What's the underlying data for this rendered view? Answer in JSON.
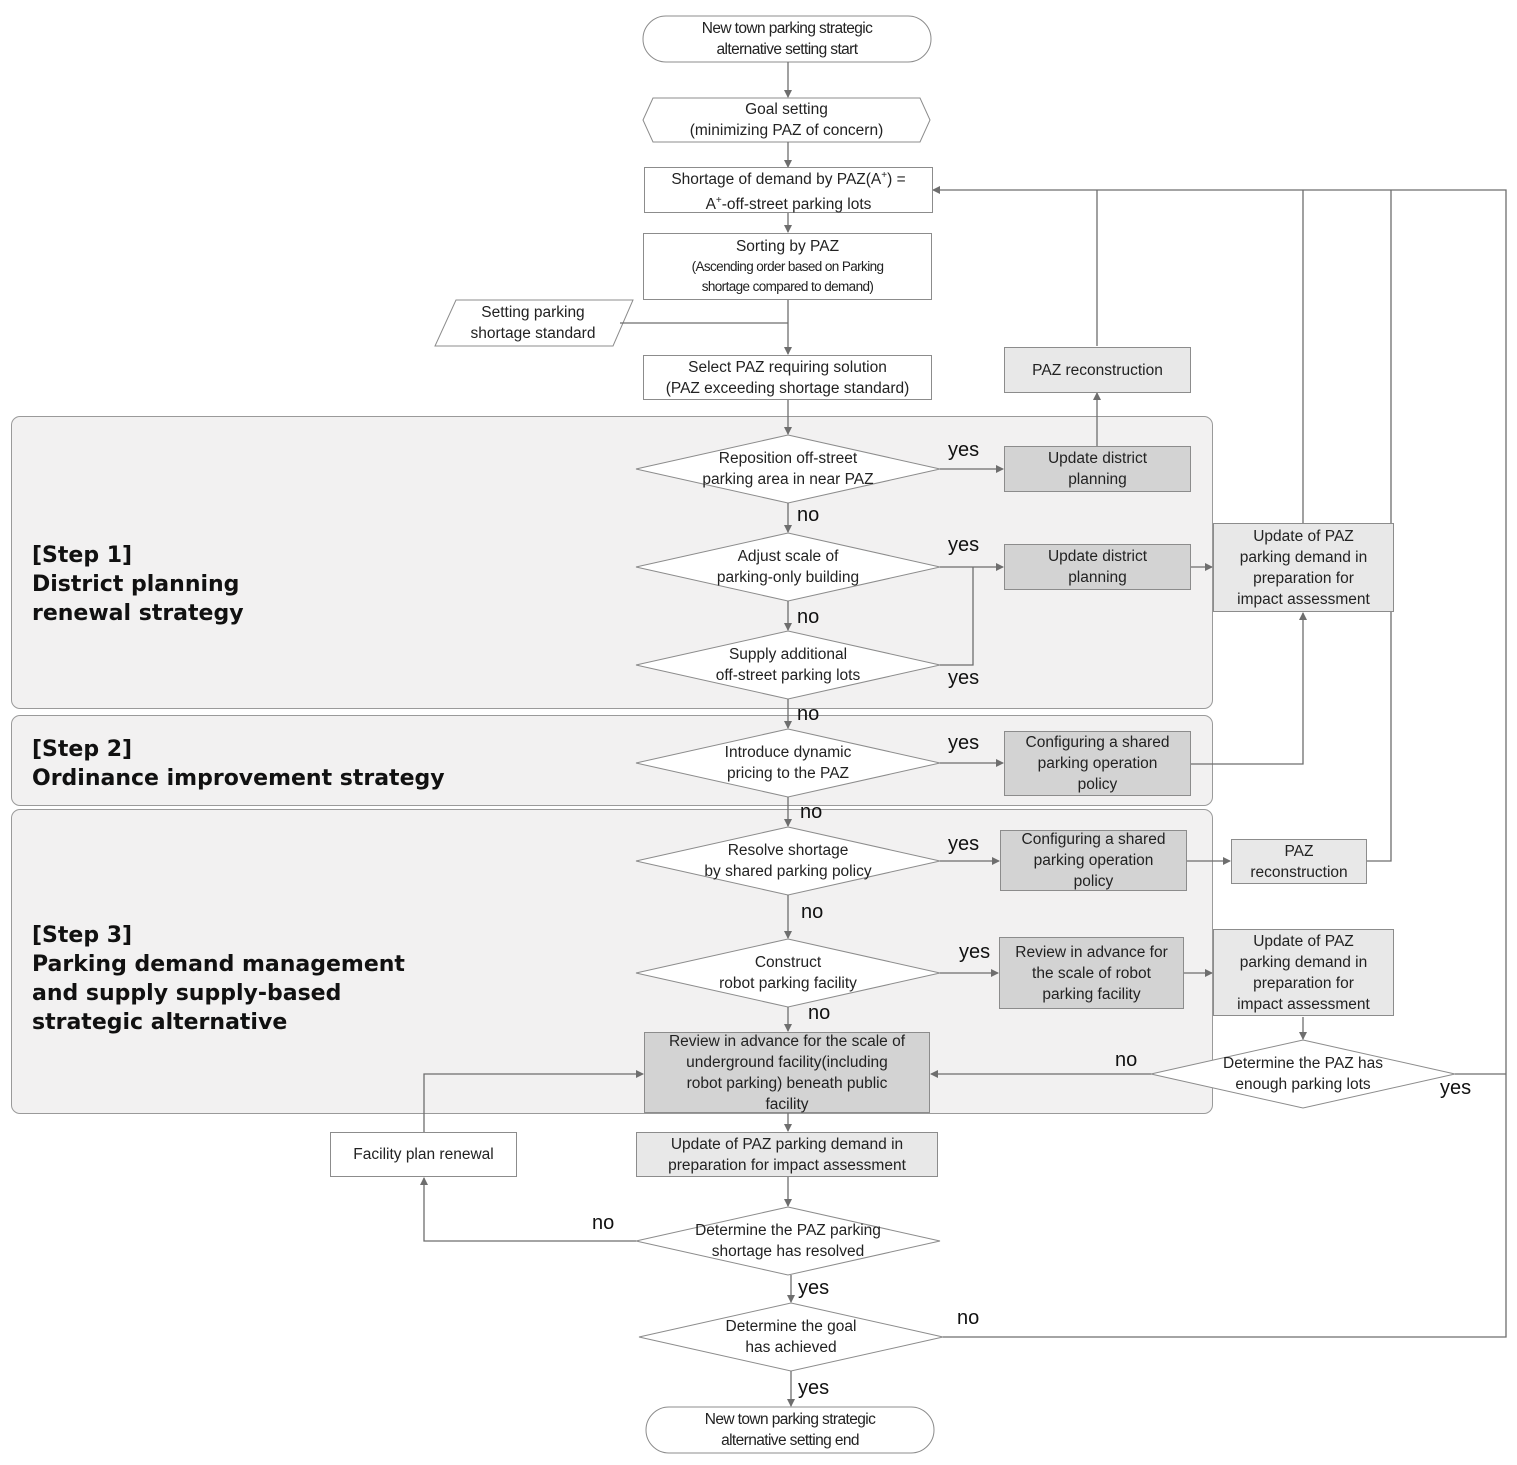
{
  "start": {
    "lines": [
      "New town parking strategic",
      "alternative setting start"
    ]
  },
  "goal": {
    "lines": [
      "Goal setting",
      "(minimizing  PAZ of concern)"
    ]
  },
  "shortage": {
    "line1_a": "Shortage of demand by PAZ(A",
    "superscript": "+",
    "line1_b": ") =",
    "line2_a": "A",
    "line2_b": "-off-street  parking lots"
  },
  "sorting": {
    "title": "Sorting by PAZ",
    "lines": [
      "(Ascending order based on Parking",
      "shortage compared to demand)"
    ]
  },
  "standard": {
    "lines": [
      "Setting  parking",
      "shortage  standard"
    ]
  },
  "select": {
    "lines": [
      "Select  PAZ  requiring  solution",
      "(PAZ  exceeding  shortage  standard)"
    ]
  },
  "steps": {
    "step1": {
      "tag": "[Step 1]",
      "lines": [
        "District planning",
        "renewal strategy"
      ]
    },
    "step2": {
      "tag": "[Step 2]",
      "lines": [
        "Ordinance improvement strategy"
      ]
    },
    "step3": {
      "tag": "[Step 3]",
      "lines": [
        "Parking demand management",
        "and supply supply-based",
        "strategic alternative"
      ]
    }
  },
  "decisions": {
    "reposition": [
      "Reposition  off-street",
      "parking area in near PAZ"
    ],
    "adjust": [
      "Adjust  scale of",
      "parking-only building"
    ],
    "supply": [
      "Supply  additional",
      "off-street  parking  lots"
    ],
    "pricing": [
      "Introduce dynamic",
      "pricing to the PAZ"
    ],
    "shared": [
      "Resolve  shortage",
      "by shared parking policy"
    ],
    "robot": [
      "Construct",
      "robot parking facility"
    ],
    "enough": [
      "Determine  the PAZ has",
      "enough parking lots"
    ],
    "resolved": [
      "Determine the PAZ parking",
      "shortage  has resolved"
    ],
    "achieved": [
      "Determine  the goal",
      "has achieved"
    ]
  },
  "actions": {
    "paz_reconstruction_top": [
      "PAZ reconstruction"
    ],
    "update_district_1": [
      "Update district",
      "planning"
    ],
    "update_district_2": [
      "Update district",
      "planning"
    ],
    "update_demand_right": [
      "Update of PAZ",
      "parking demand in",
      "preparation for",
      "impact assessment"
    ],
    "config_shared_1": [
      "Configuring  a shared",
      "parking operation",
      "policy"
    ],
    "config_shared_2": [
      "Configuring  a shared",
      "parking operation",
      "policy"
    ],
    "paz_reconstruction_2": [
      "PAZ",
      "reconstruction"
    ],
    "review_robot": [
      "Review  in advance for",
      "the  scale  of robot",
      "parking facility"
    ],
    "update_demand_3": [
      "Update of PAZ",
      "parking demand in",
      "preparation for",
      "impact assessment"
    ],
    "review_underground": [
      "Review  in advance for the scale of",
      "underground facility(including",
      "robot parking) beneath public",
      "facility"
    ],
    "update_demand_bottom": [
      "Update of PAZ parking demand in",
      "preparation for impact assessment"
    ],
    "facility_renewal": [
      "Facility  plan  renewal"
    ]
  },
  "labels": {
    "yes": "yes",
    "no": "no"
  },
  "end": {
    "lines": [
      "New town parking strategic",
      "alternative setting end"
    ]
  }
}
